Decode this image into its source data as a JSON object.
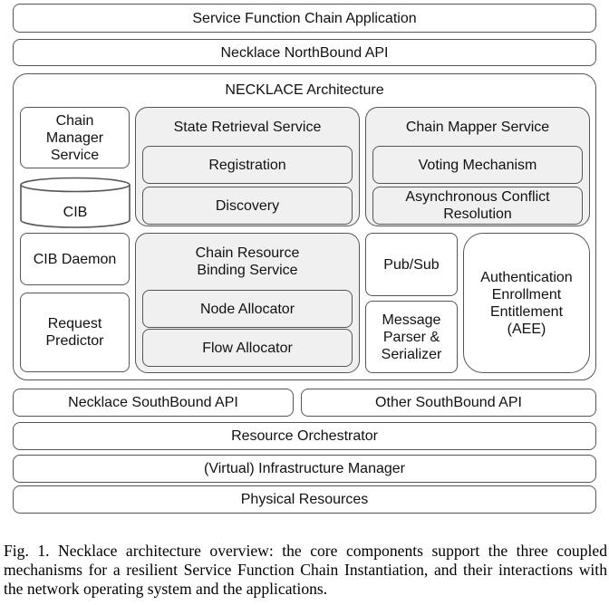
{
  "diagram": {
    "top_layers": {
      "application": "Service Function Chain Application",
      "northbound_api": "Necklace NorthBound API"
    },
    "architecture": {
      "title": "NECKLACE Architecture",
      "chain_manager_service": "Chain\nManager\nService",
      "cib": "CIB",
      "cib_daemon": "CIB Daemon",
      "request_predictor": "Request\nPredictor",
      "state_retrieval_service": {
        "title": "State Retrieval Service",
        "registration": "Registration",
        "discovery": "Discovery"
      },
      "chain_mapper_service": {
        "title": "Chain Mapper Service",
        "voting_mechanism": "Voting Mechanism",
        "async_conflict_resolution": "Asynchronous Conflict\nResolution"
      },
      "chain_resource_binding_service": {
        "title": "Chain Resource\nBinding Service",
        "node_allocator": "Node Allocator",
        "flow_allocator": "Flow Allocator"
      },
      "pub_sub": "Pub/Sub",
      "message_parser": "Message\nParser &\nSerializer",
      "aee": "Authentication\nEnrollment\nEntitlement\n(AEE)"
    },
    "bottom_layers": {
      "southbound_api": "Necklace SouthBound API",
      "other_southbound_api": "Other SouthBound API",
      "resource_orchestrator": "Resource Orchestrator",
      "infrastructure_manager": "(Virtual) Infrastructure Manager",
      "physical_resources": "Physical Resources"
    }
  },
  "caption": "Fig. 1.  Necklace architecture overview: the core components support the three coupled mechanisms for a resilient Service Function Chain Instantiation, and their interactions with the network operating system and the applications."
}
